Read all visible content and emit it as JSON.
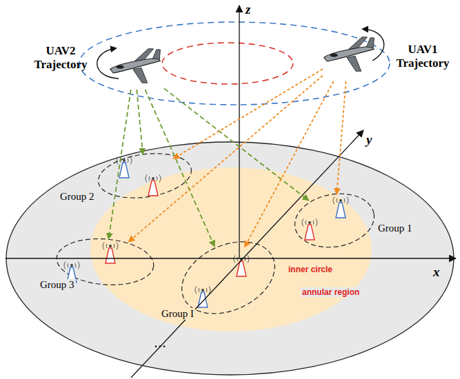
{
  "diagram": {
    "nodes": [
      {
        "text": [
          "UAV2 Trajectory"
        ]
      },
      {
        "text": [
          "UAV1 Trajectory"
        ]
      },
      {
        "text": [
          "annular region"
        ]
      },
      {
        "text": [
          "inner circle"
        ],
        "in": 2
      },
      {
        "text": [
          "Group 2"
        ],
        "in": 2
      },
      {
        "text": [
          "Group 1"
        ],
        "in": 2
      },
      {
        "text": [
          "Group 3"
        ],
        "in": 2
      },
      {
        "text": [
          "Group I"
        ],
        "in": 2
      }
    ],
    "edges": [
      {
        "from": 0,
        "to": 4,
        "arrow": "to"
      },
      {
        "from": 0,
        "to": 6,
        "arrow": "to"
      },
      {
        "from": 0,
        "to": 5,
        "arrow": "to"
      },
      {
        "from": 0,
        "to": 7,
        "arrow": "to"
      },
      {
        "from": 1,
        "to": 4,
        "arrow": "to"
      },
      {
        "from": 1,
        "to": 6,
        "arrow": "to"
      },
      {
        "from": 1,
        "to": 7,
        "arrow": "to"
      },
      {
        "from": 1,
        "to": 5,
        "arrow": "to"
      }
    ],
    "labels": [
      "z",
      "y",
      "x",
      "..."
    ]
  }
}
